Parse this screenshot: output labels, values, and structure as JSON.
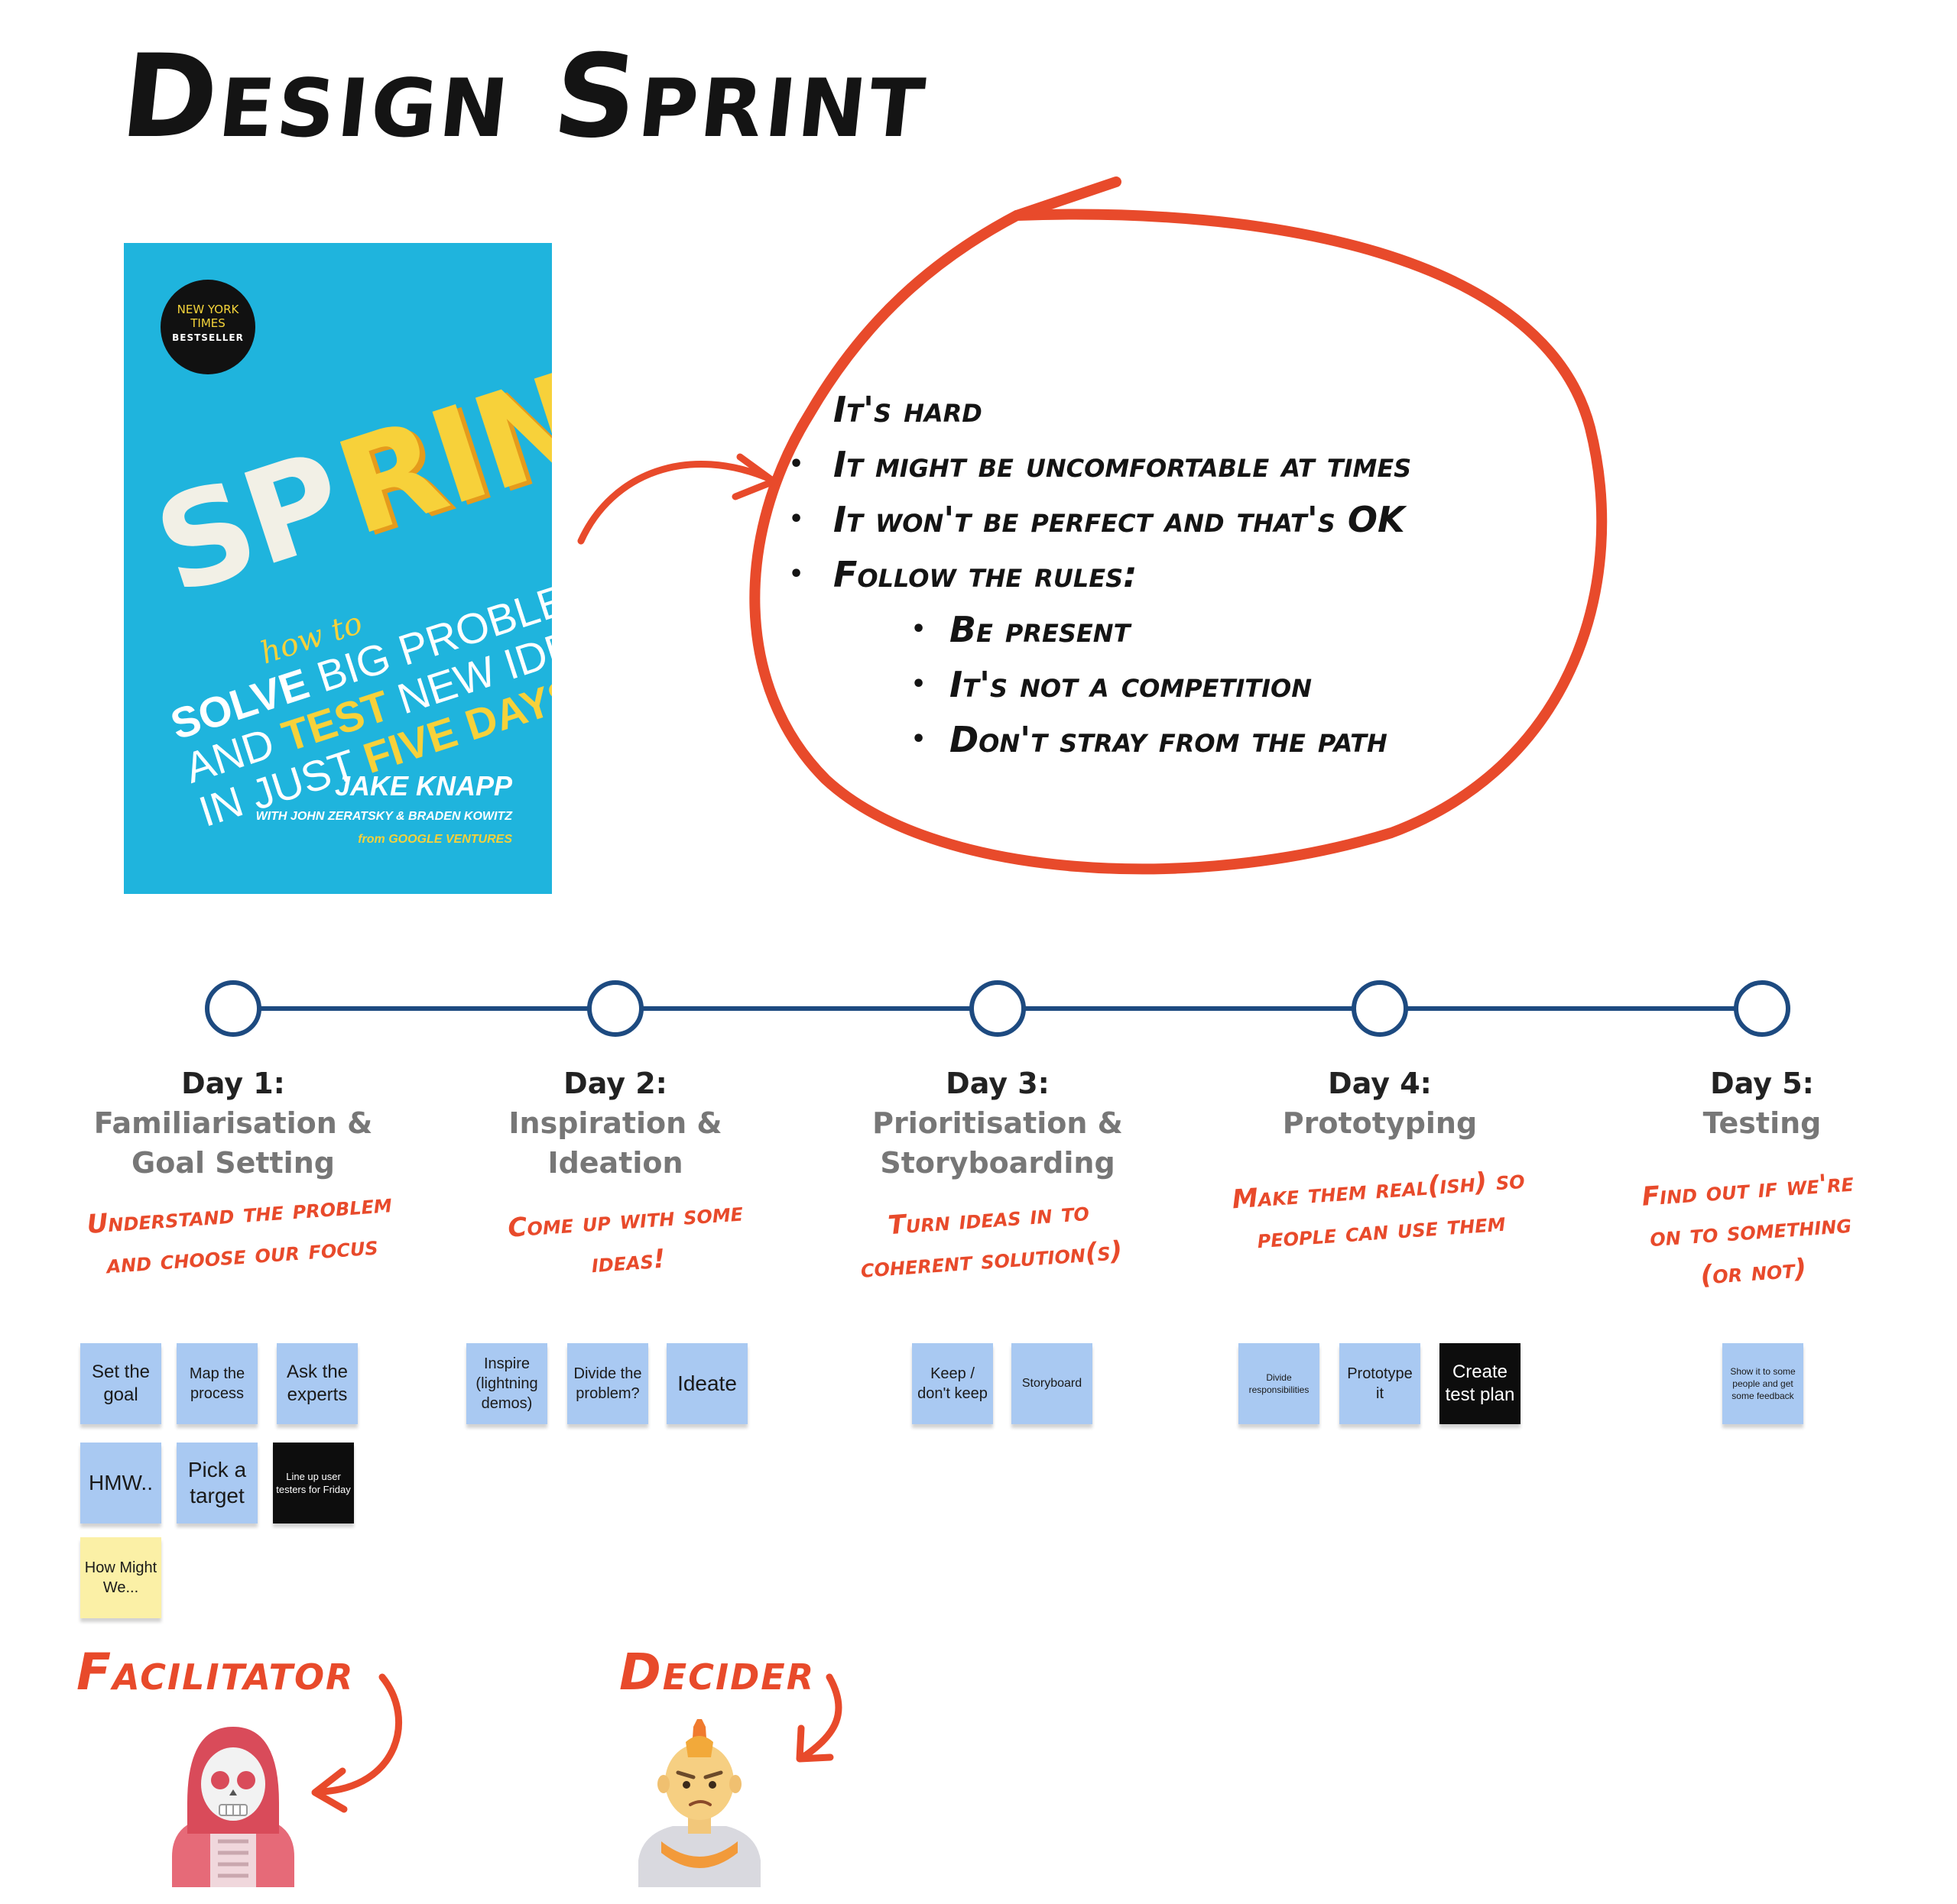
{
  "title": "Design Sprint",
  "book": {
    "badge_line1": "NEW YORK TIMES",
    "badge_line2": "BESTSELLER",
    "word_sp": "SP",
    "word_rint": "RINT",
    "how_to": "how to",
    "line1_bold": "SOLVE",
    "line1_rest": " BIG PROBLEMS",
    "line2_start": "AND ",
    "line2_bold": "TEST",
    "line2_rest": " NEW IDEAS",
    "line3_start": "IN JUST ",
    "line3_bold": "FIVE DAYS",
    "author": "JAKE KNAPP",
    "with": "WITH JOHN ZERATSKY & BRADEN KOWITZ",
    "from": "from GOOGLE VENTURES"
  },
  "rules": {
    "intro": "It's hard",
    "items": [
      "It might be uncomfortable at times",
      "It won't be perfect and that's OK",
      "Follow the rules:"
    ],
    "sub_items": [
      "Be present",
      "It's not a competition",
      "Don't stray from the path"
    ]
  },
  "colors": {
    "accent_red": "#e84a2b",
    "timeline_blue": "#1d4a80",
    "sticky_blue": "#a9c9f2",
    "sticky_black": "#0d0d0d",
    "sticky_yellow": "#fbf0a6",
    "book_blue": "#1fb4dd"
  },
  "days": [
    {
      "label": "Day 1:",
      "title_lines": [
        "Familiarisation &",
        "Goal Setting"
      ],
      "goal_lines": [
        "Understand the problem",
        "and choose our focus"
      ],
      "notes": [
        {
          "text": "Set the goal",
          "color": "blue"
        },
        {
          "text": "Map the process",
          "color": "blue"
        },
        {
          "text": "Ask the experts",
          "color": "blue"
        },
        {
          "text": "HMW..",
          "color": "blue"
        },
        {
          "text": "Pick a target",
          "color": "blue"
        },
        {
          "text": "Line up user testers for Friday",
          "color": "black"
        },
        {
          "text": "How Might We...",
          "color": "yellow"
        }
      ]
    },
    {
      "label": "Day 2:",
      "title_lines": [
        "Inspiration &",
        "Ideation"
      ],
      "goal_lines": [
        "Come up with some",
        "ideas!"
      ],
      "notes": [
        {
          "text": "Inspire (lightning demos)",
          "color": "blue"
        },
        {
          "text": "Divide the problem?",
          "color": "blue"
        },
        {
          "text": "Ideate",
          "color": "blue"
        }
      ]
    },
    {
      "label": "Day 3:",
      "title_lines": [
        "Prioritisation &",
        "Storyboarding"
      ],
      "goal_lines": [
        "Turn ideas in to",
        "coherent solution(s)"
      ],
      "notes": [
        {
          "text": "Keep / don't keep",
          "color": "blue"
        },
        {
          "text": "Storyboard",
          "color": "blue"
        }
      ]
    },
    {
      "label": "Day 4:",
      "title_lines": [
        "Prototyping"
      ],
      "goal_lines": [
        "Make them real(ish) so",
        "people can use them"
      ],
      "notes": [
        {
          "text": "Divide responsibilities",
          "color": "blue"
        },
        {
          "text": "Prototype it",
          "color": "blue"
        },
        {
          "text": "Create test plan",
          "color": "black"
        }
      ]
    },
    {
      "label": "Day 5:",
      "title_lines": [
        "Testing"
      ],
      "goal_lines": [
        "Find out if we're",
        "on to something",
        "(or not)"
      ],
      "notes": [
        {
          "text": "Show it to some people and get some feedback",
          "color": "blue"
        }
      ]
    }
  ],
  "roles": [
    {
      "label": "Facilitator",
      "icon": "hooded-skull-avatar-icon"
    },
    {
      "label": "Decider",
      "icon": "mohawk-person-avatar-icon"
    }
  ]
}
